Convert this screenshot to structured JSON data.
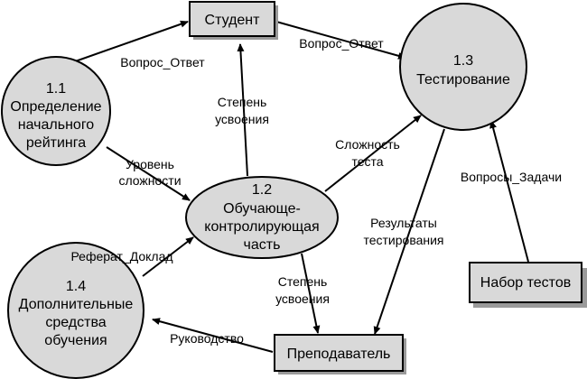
{
  "entities": {
    "student": "Студент",
    "teacher": "Преподаватель",
    "test_set": "Набор тестов"
  },
  "processes": {
    "p11": {
      "id": "1.1",
      "lines": [
        "Определение",
        "начального",
        "рейтинга"
      ]
    },
    "p12": {
      "id": "1.2",
      "lines": [
        "Обучающе-",
        "контролирующая",
        "часть"
      ]
    },
    "p13": {
      "id": "1.3",
      "lines": [
        "Тестирование"
      ]
    },
    "p14": {
      "id": "1.4",
      "lines": [
        "Дополнительные",
        "средства",
        "обучения"
      ]
    }
  },
  "flows": {
    "q_a_left": "Вопрос_Ответ",
    "q_a_right": "Вопрос_Ответ",
    "mastery_up": [
      "Степень",
      "усвоения"
    ],
    "difficulty_level": [
      "Уровень",
      "сложности"
    ],
    "test_difficulty": [
      "Сложность",
      "теста"
    ],
    "questions_tasks": "Вопросы_Задачи",
    "test_results": [
      "Результаты",
      "тестирования"
    ],
    "essay_report": "Реферат_Доклад",
    "mastery_down": [
      "Степень",
      "усвоения"
    ],
    "guidance": "Руководство"
  }
}
